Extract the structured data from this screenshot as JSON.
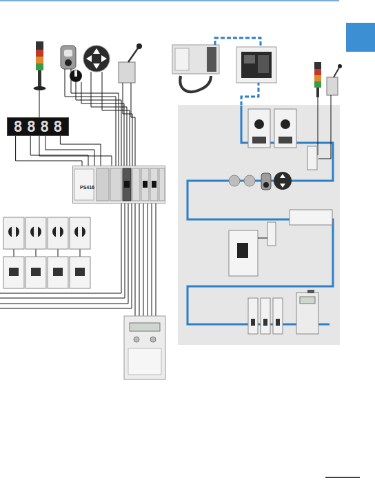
{
  "diagram": {
    "nodes": [
      {
        "text": [
          "8888"
        ]
      },
      {
        "text": [
          "PS416"
        ]
      }
    ],
    "edges": [
      {
        "from": 0,
        "to": 1,
        "arrow": "none"
      },
      {
        "from": 0,
        "to": 1,
        "arrow": "none"
      },
      {
        "from": 0,
        "to": 1,
        "arrow": "none"
      },
      {
        "from": 0,
        "to": 1,
        "arrow": "none"
      }
    ]
  }
}
